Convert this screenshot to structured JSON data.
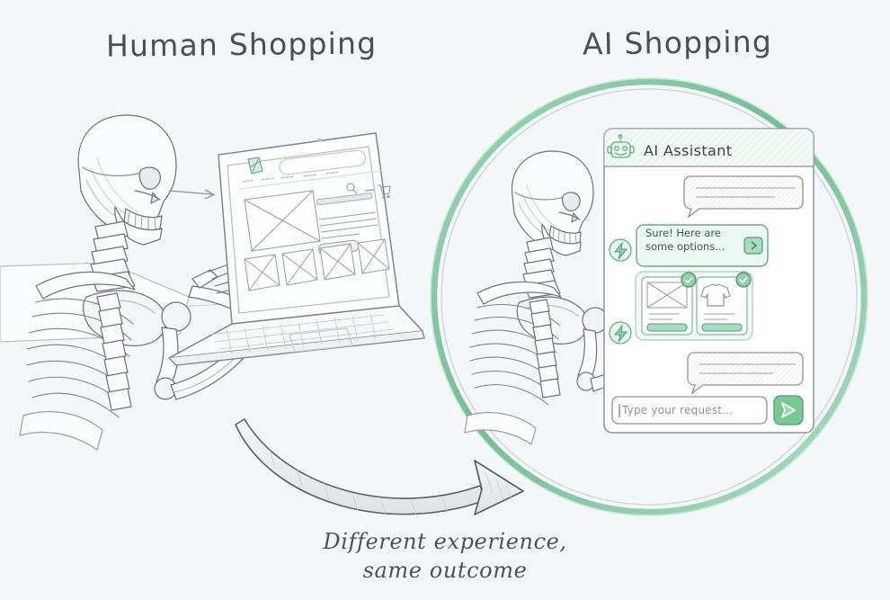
{
  "page": {
    "background": "#f4f7f9",
    "ink": "#4a4f55",
    "accent_green": "#7ac995",
    "accent_green_dark": "#4f9e73",
    "panel_grey": "#8d9299"
  },
  "headings": {
    "left": "Human Shopping",
    "right": "AI Shopping"
  },
  "caption": {
    "line1": "Different experience,",
    "line2": "same outcome"
  },
  "left_scene": {
    "name": "skeleton-at-laptop",
    "subject": "skeleton-figure",
    "device": "laptop",
    "pointer_arrow": "arrow-to-screen",
    "browser": {
      "logo": "brand-logo-icon",
      "search_placeholder": "",
      "search_icon": "search-icon",
      "cart_icon": "cart-icon",
      "menu_icon": "menu-icon",
      "nav_items": [
        "",
        "",
        "",
        "",
        ""
      ],
      "hero_placeholder": "image-placeholder",
      "text_lines": 4,
      "cta_button": "",
      "thumbnails": 4
    }
  },
  "right_scene": {
    "name": "skeleton-with-ai-chat",
    "subject": "skeleton-figure",
    "circle_highlight": "green-circle",
    "chat": {
      "header": {
        "avatar_icon": "robot-icon",
        "title": "AI Assistant"
      },
      "messages": [
        {
          "id": "user-msg-1",
          "role": "user",
          "text": "",
          "lines": 2,
          "style": "grey-bubble"
        },
        {
          "id": "assistant-msg-1",
          "role": "assistant",
          "text": "Sure! Here are some options...",
          "avatar_icon": "bolt-icon",
          "action_icon": "chevron-right-icon",
          "style": "green-bubble"
        },
        {
          "id": "assistant-msg-2",
          "role": "assistant",
          "text": "",
          "avatar_icon": "bolt-icon",
          "style": "green-card-carousel",
          "cards": [
            {
              "id": "product-card-1",
              "image_icon": "image-placeholder-icon",
              "badge_icon": "check-circle-icon",
              "text_lines": 2,
              "button_label": ""
            },
            {
              "id": "product-card-2",
              "image_icon": "tshirt-icon",
              "badge_icon": "check-circle-icon",
              "text_lines": 2,
              "button_label": ""
            }
          ]
        },
        {
          "id": "user-msg-2",
          "role": "user",
          "text": "",
          "lines": 2,
          "style": "grey-bubble"
        }
      ],
      "composer": {
        "input_placeholder": "Type your request...",
        "input_value": "",
        "send_icon": "send-icon"
      }
    }
  },
  "connector": {
    "name": "curved-arrow",
    "from": "left_scene",
    "to": "right_scene"
  }
}
